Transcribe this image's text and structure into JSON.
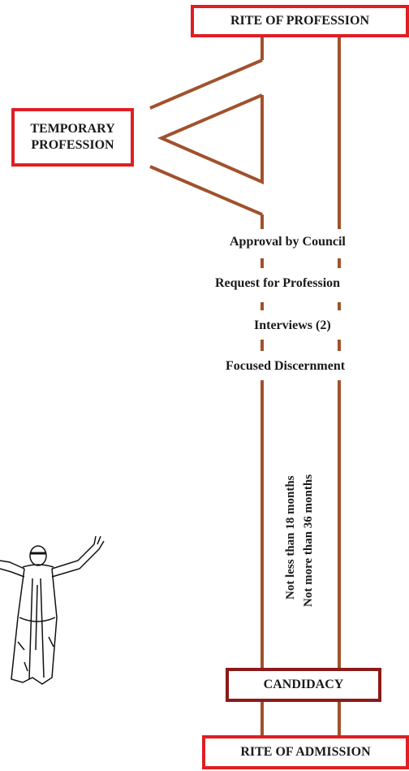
{
  "diagram": {
    "top_box": "RITE OF PROFESSION",
    "side_box": "TEMPORARY\nPROFESSION",
    "steps": [
      "Approval by Council",
      "Request for Profession",
      "Interviews (2)",
      "Focused Discernment"
    ],
    "duration_min": "Not less than 18 months",
    "duration_max": "Not more than 36 months",
    "candidacy_box": "CANDIDACY",
    "bottom_box": "RITE OF ADMISSION",
    "figure": "robed-figure-illustration"
  },
  "colors": {
    "line": "#a0522d",
    "box_border_red": "#e01e24",
    "box_border_dark": "#8b1a1a",
    "text": "#1a1a1a"
  }
}
